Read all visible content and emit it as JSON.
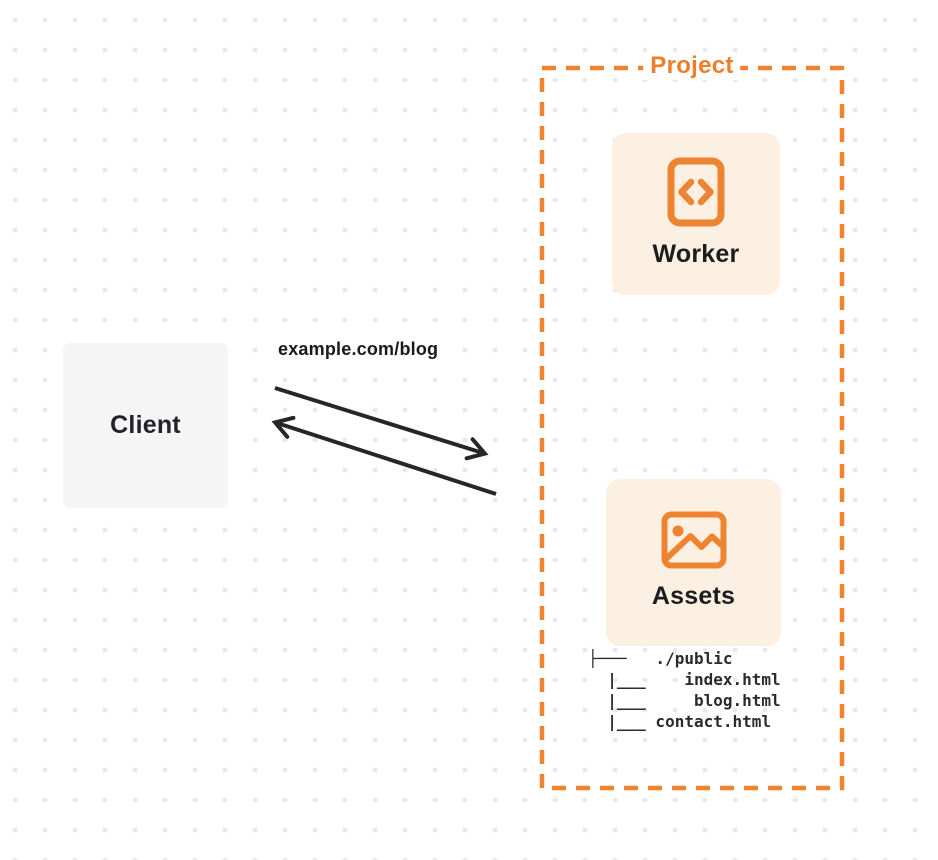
{
  "diagram": {
    "client": {
      "label": "Client"
    },
    "request_label": "example.com/blog",
    "project": {
      "title": "Project",
      "worker": {
        "label": "Worker",
        "icon": "code-file-icon"
      },
      "assets": {
        "label": "Assets",
        "icon": "image-icon"
      },
      "file_tree": {
        "root": "./public",
        "files": [
          "index.html",
          "blog.html",
          "contact.html"
        ],
        "tree_text": "├───   ./public\n  |___    index.html\n  |___     blog.html\n  |___ contact.html"
      }
    },
    "arrows": {
      "top": {
        "from": "Client",
        "to": "Project",
        "direction": "right"
      },
      "bottom": {
        "from": "Project",
        "to": "Client",
        "direction": "left"
      }
    },
    "colors": {
      "accent_orange": "#ee8330",
      "title_orange": "#ed7e2b",
      "card_background": "#fbf0e2",
      "client_background": "#f5f5f6",
      "arrow": "#262626",
      "text_dark": "#1d1d1f",
      "dot_grid": "#e9e9e9"
    }
  }
}
